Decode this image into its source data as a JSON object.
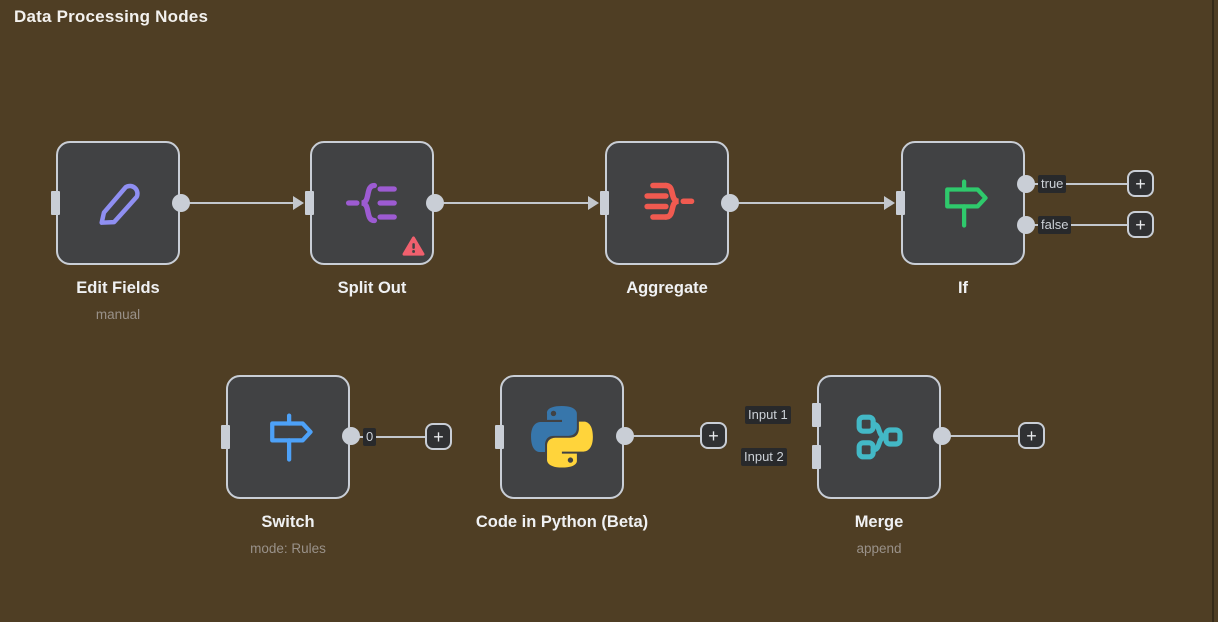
{
  "canvas": {
    "title": "Data Processing Nodes"
  },
  "ui": {
    "plus_label": "+"
  },
  "colors": {
    "background": "#4f3e24",
    "node_fill": "#414244",
    "node_border": "#c9ced6",
    "edge": "#c3c7cd",
    "label_text": "#f0f1f3",
    "subtitle_text": "#999189",
    "chip_bg": "#28292b",
    "chip_text": "#ccd1d7",
    "warning_red": "#f1606e",
    "pencil_purple": "#8f8ff2",
    "split_out_purple": "#9d5bd2",
    "aggregate_coral": "#f05a50",
    "if_green": "#2fc96c",
    "switch_blue": "#4da1f8",
    "merge_teal": "#43b8c6",
    "python_blue": "#3776ab",
    "python_yellow": "#ffd43b"
  },
  "nodes": [
    {
      "label": "Edit Fields",
      "subtitle": "manual",
      "icon": "pencil-icon"
    },
    {
      "label": "Split Out",
      "icon": "split-out-icon",
      "has_warning": true
    },
    {
      "label": "Aggregate",
      "icon": "aggregate-icon"
    },
    {
      "label": "If",
      "icon": "signpost-icon",
      "outputs": [
        {
          "label": "true"
        },
        {
          "label": "false"
        }
      ]
    },
    {
      "label": "Switch",
      "subtitle": "mode: Rules",
      "icon": "signpost-icon",
      "outputs": [
        {
          "label": "0"
        }
      ]
    },
    {
      "label": "Code in Python (Beta)",
      "icon": "python-icon"
    },
    {
      "label": "Merge",
      "subtitle": "append",
      "icon": "merge-icon",
      "inputs": [
        {
          "label": "Input 1"
        },
        {
          "label": "Input 2"
        }
      ]
    }
  ]
}
